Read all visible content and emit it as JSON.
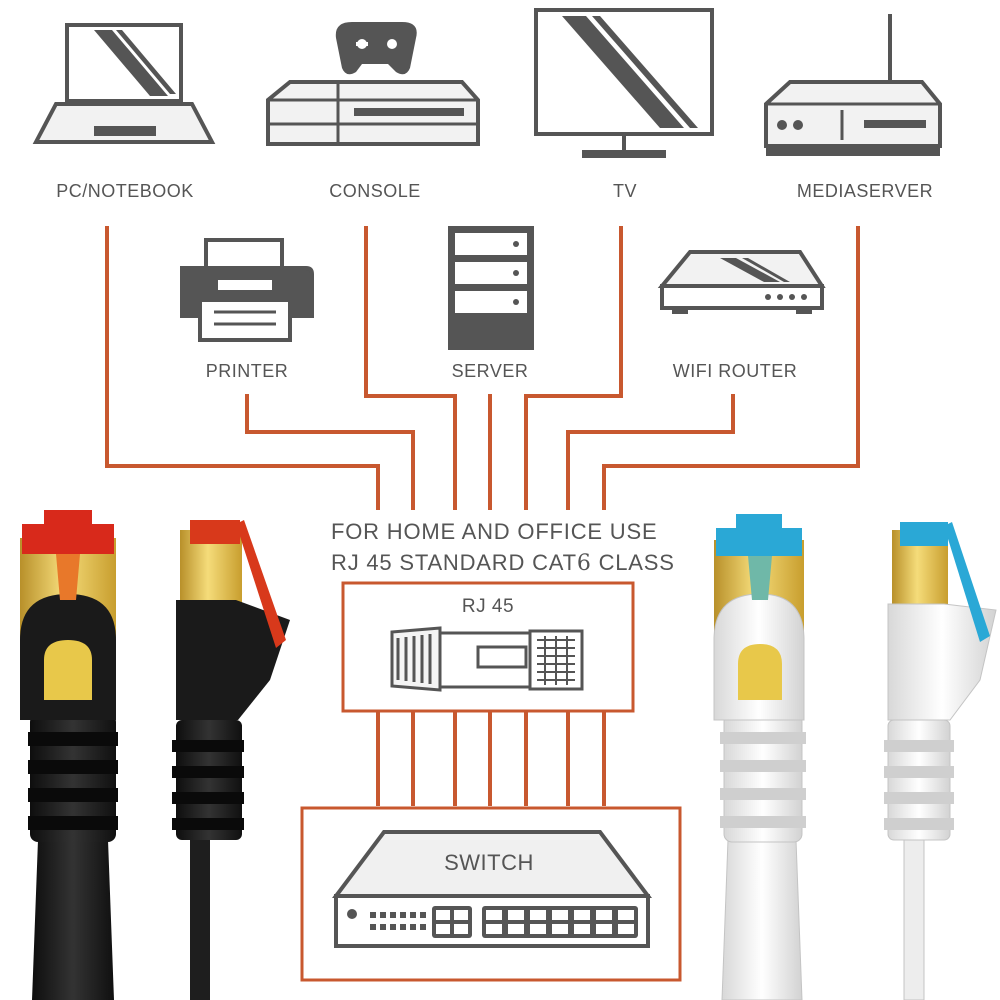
{
  "devices_top": {
    "pc": "PC/NOTEBOOK",
    "console": "CONSOLE",
    "tv": "TV",
    "mediaserver": "MEDIASERVER"
  },
  "devices_middle": {
    "printer": "PRINTER",
    "server": "SERVER",
    "wifi_router": "WIFI ROUTER"
  },
  "headline": {
    "line1": "FOR HOME AND OFFICE USE",
    "line2_prefix": "RJ 45 STANDARD CAT",
    "line2_digit": "6",
    "line2_suffix": " CLASS"
  },
  "rj45_box": {
    "label": "RJ 45"
  },
  "switch_box": {
    "label": "SWITCH"
  },
  "colors": {
    "wire": "#c8582f",
    "icon": "#555555",
    "icon_light": "#f2f2f2",
    "black_boot": "#1e1e1e",
    "white_boot": "#f4f4f4",
    "gold": "#e3c13a",
    "red_clip": "#d8291b",
    "blue_clip": "#2aa8d6"
  }
}
